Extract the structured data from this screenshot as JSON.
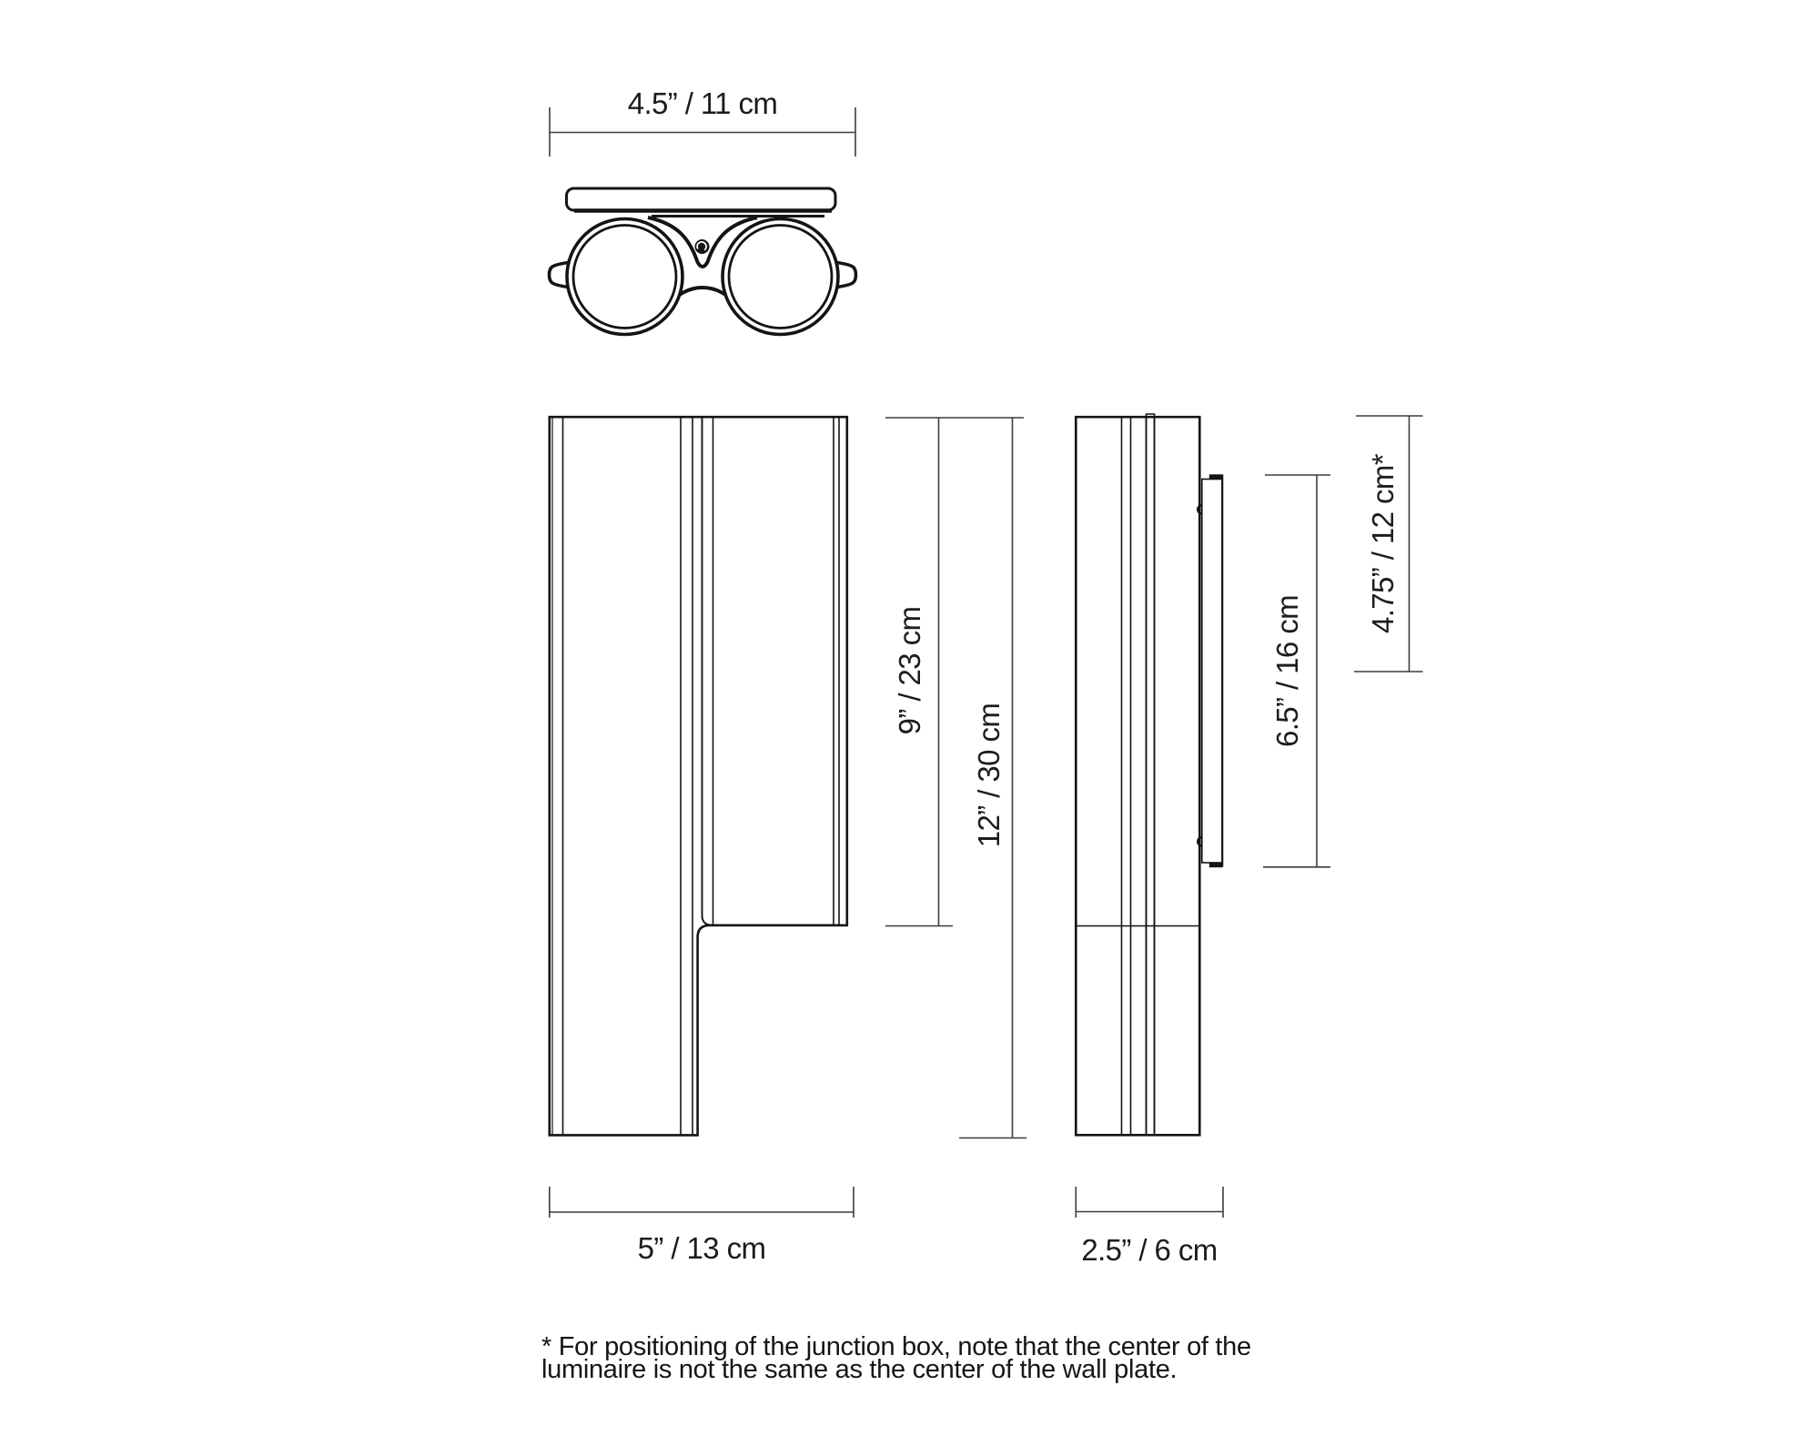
{
  "drawing": {
    "views": {
      "top": {
        "width_label": "4.5” / 11 cm"
      },
      "front": {
        "upper_height_label": "9” / 23 cm",
        "total_height_label": "12” / 30 cm",
        "width_label": "5” / 13 cm"
      },
      "side": {
        "plate_height_label": "6.5” / 16 cm",
        "offset_label": "4.75” / 12 cm*",
        "depth_label": "2.5” / 6 cm"
      }
    },
    "footnote": {
      "line1": "* For positioning of the junction box, note that the center of the",
      "line2": "luminaire is not the same as the center of the wall plate."
    },
    "colors": {
      "background": "#ffffff",
      "object_line": "#141414",
      "dimension_line": "#3d3d3d",
      "text": "#1c1c1c"
    }
  }
}
